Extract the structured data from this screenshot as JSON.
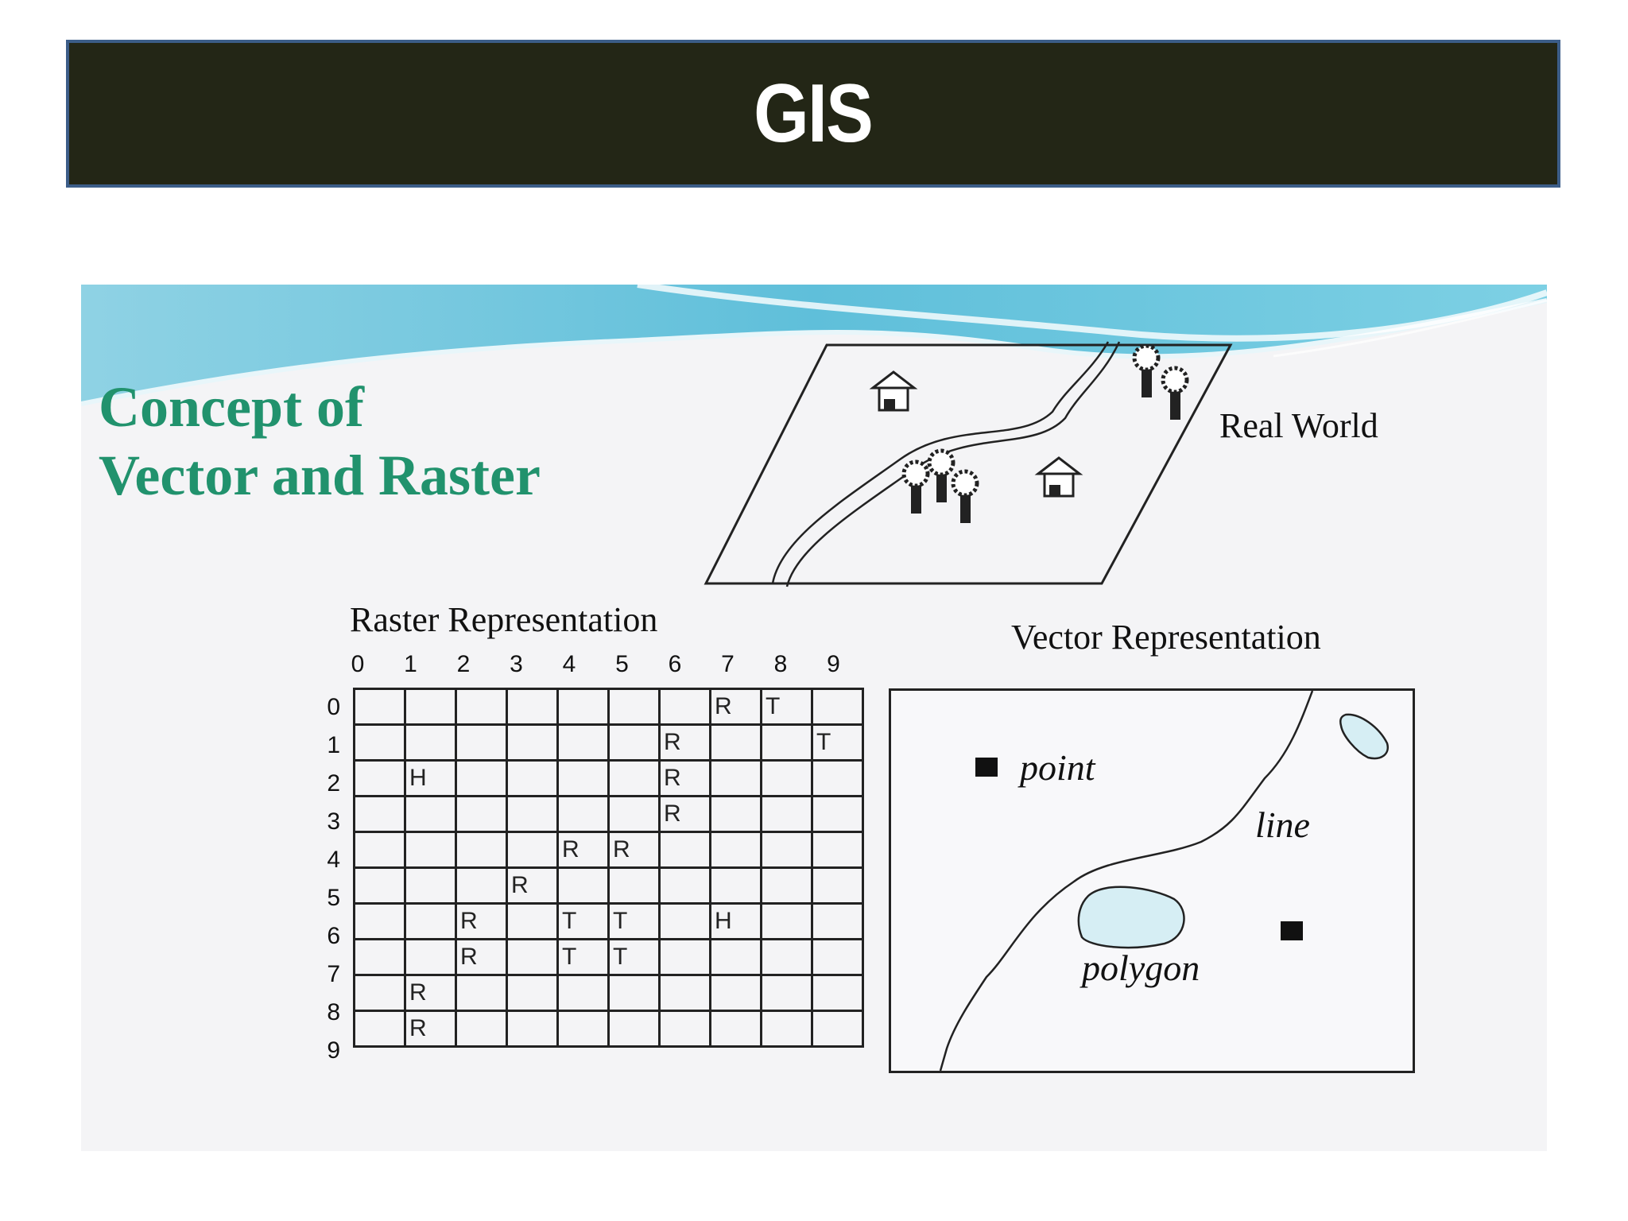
{
  "slide": {
    "title": "GIS"
  },
  "diagram": {
    "heading_line1": "Concept of",
    "heading_line2": "Vector and Raster",
    "real_world_label": "Real World",
    "raster_label": "Raster Representation",
    "vector_label": "Vector Representation",
    "raster": {
      "column_indices": [
        "0",
        "1",
        "2",
        "3",
        "4",
        "5",
        "6",
        "7",
        "8",
        "9"
      ],
      "row_indices": [
        "0",
        "1",
        "2",
        "3",
        "4",
        "5",
        "6",
        "7",
        "8",
        "9"
      ],
      "cells": [
        [
          "",
          "",
          "",
          "",
          "",
          "",
          "",
          "R",
          "T",
          ""
        ],
        [
          "",
          "",
          "",
          "",
          "",
          "",
          "R",
          "",
          "",
          "T"
        ],
        [
          "",
          "H",
          "",
          "",
          "",
          "",
          "R",
          "",
          "",
          ""
        ],
        [
          "",
          "",
          "",
          "",
          "",
          "",
          "R",
          "",
          "",
          ""
        ],
        [
          "",
          "",
          "",
          "",
          "R",
          "R",
          "",
          "",
          "",
          ""
        ],
        [
          "",
          "",
          "",
          "R",
          "",
          "",
          "",
          "",
          "",
          ""
        ],
        [
          "",
          "",
          "R",
          "",
          "T",
          "T",
          "",
          "H",
          "",
          ""
        ],
        [
          "",
          "",
          "R",
          "",
          "T",
          "T",
          "",
          "",
          "",
          ""
        ],
        [
          "",
          "R",
          "",
          "",
          "",
          "",
          "",
          "",
          "",
          ""
        ],
        [
          "",
          "R",
          "",
          "",
          "",
          "",
          "",
          "",
          "",
          ""
        ]
      ]
    },
    "vector": {
      "point_label": "point",
      "line_label": "line",
      "polygon_label": "polygon"
    },
    "colors": {
      "title_bar": "#232616",
      "title_border": "#3c5d88",
      "heading": "#21926d",
      "polygon_fill": "#d6eef4"
    }
  }
}
